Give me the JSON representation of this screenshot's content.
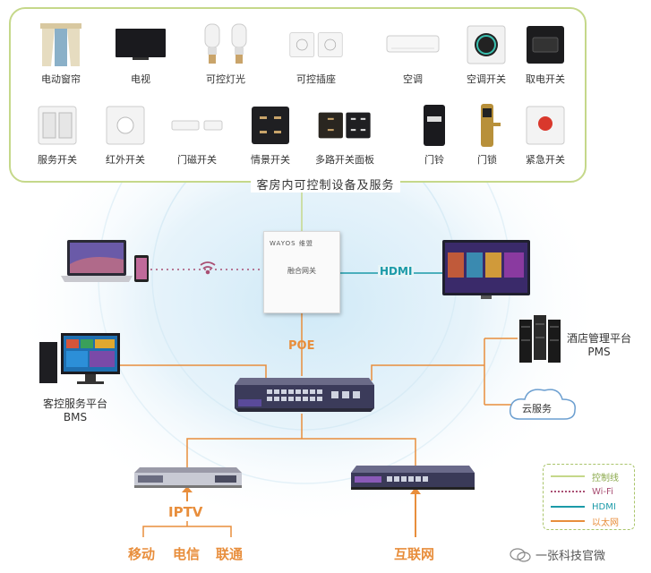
{
  "devices_row1": [
    {
      "label": "电动窗帘",
      "icon": "curtain-icon"
    },
    {
      "label": "电视",
      "icon": "tv-icon"
    },
    {
      "label": "可控灯光",
      "icon": "bulb-icon"
    },
    {
      "label": "可控插座",
      "icon": "socket-icon"
    },
    {
      "label": "空调",
      "icon": "air-conditioner-icon"
    },
    {
      "label": "空调开关",
      "icon": "thermostat-icon"
    },
    {
      "label": "取电开关",
      "icon": "card-switch-icon"
    }
  ],
  "devices_row2": [
    {
      "label": "服务开关",
      "icon": "service-switch-icon"
    },
    {
      "label": "红外开关",
      "icon": "infrared-switch-icon"
    },
    {
      "label": "门磁开关",
      "icon": "door-sensor-icon"
    },
    {
      "label": "情景开关",
      "icon": "scene-switch-icon"
    },
    {
      "label": "多路开关面板",
      "icon": "multi-switch-icon"
    },
    {
      "label": "门铃",
      "icon": "doorbell-icon"
    },
    {
      "label": "门锁",
      "icon": "door-lock-icon"
    },
    {
      "label": "紧急开关",
      "icon": "emergency-switch-icon"
    }
  ],
  "panel_caption": "客房内可控制设备及服务",
  "gateway": {
    "brand": "WAYOS 维盟",
    "name": "融合网关"
  },
  "hdmi_label": "HDMI",
  "poe_label": "POE",
  "pms": {
    "line1": "酒店管理平台",
    "line2": "PMS"
  },
  "cloud_label": "云服务",
  "bms": {
    "line1": "客控服务平台",
    "line2": "BMS"
  },
  "iptv_label": "IPTV",
  "carriers": [
    "移动",
    "电信",
    "联通"
  ],
  "internet_label": "互联网",
  "legend": [
    {
      "label": "控制线",
      "color": "#c5d88a",
      "style": "solid"
    },
    {
      "label": "Wi-Fi",
      "color": "#a94f73",
      "style": "dotted"
    },
    {
      "label": "HDMI",
      "color": "#1b9aa8",
      "style": "solid"
    },
    {
      "label": "以太网",
      "color": "#e88e3c",
      "style": "solid"
    }
  ],
  "watermark": "一张科技官微",
  "colors": {
    "control": "#c5d88a",
    "wifi": "#a94f73",
    "hdmi": "#1b9aa8",
    "ethernet": "#e88e3c"
  }
}
